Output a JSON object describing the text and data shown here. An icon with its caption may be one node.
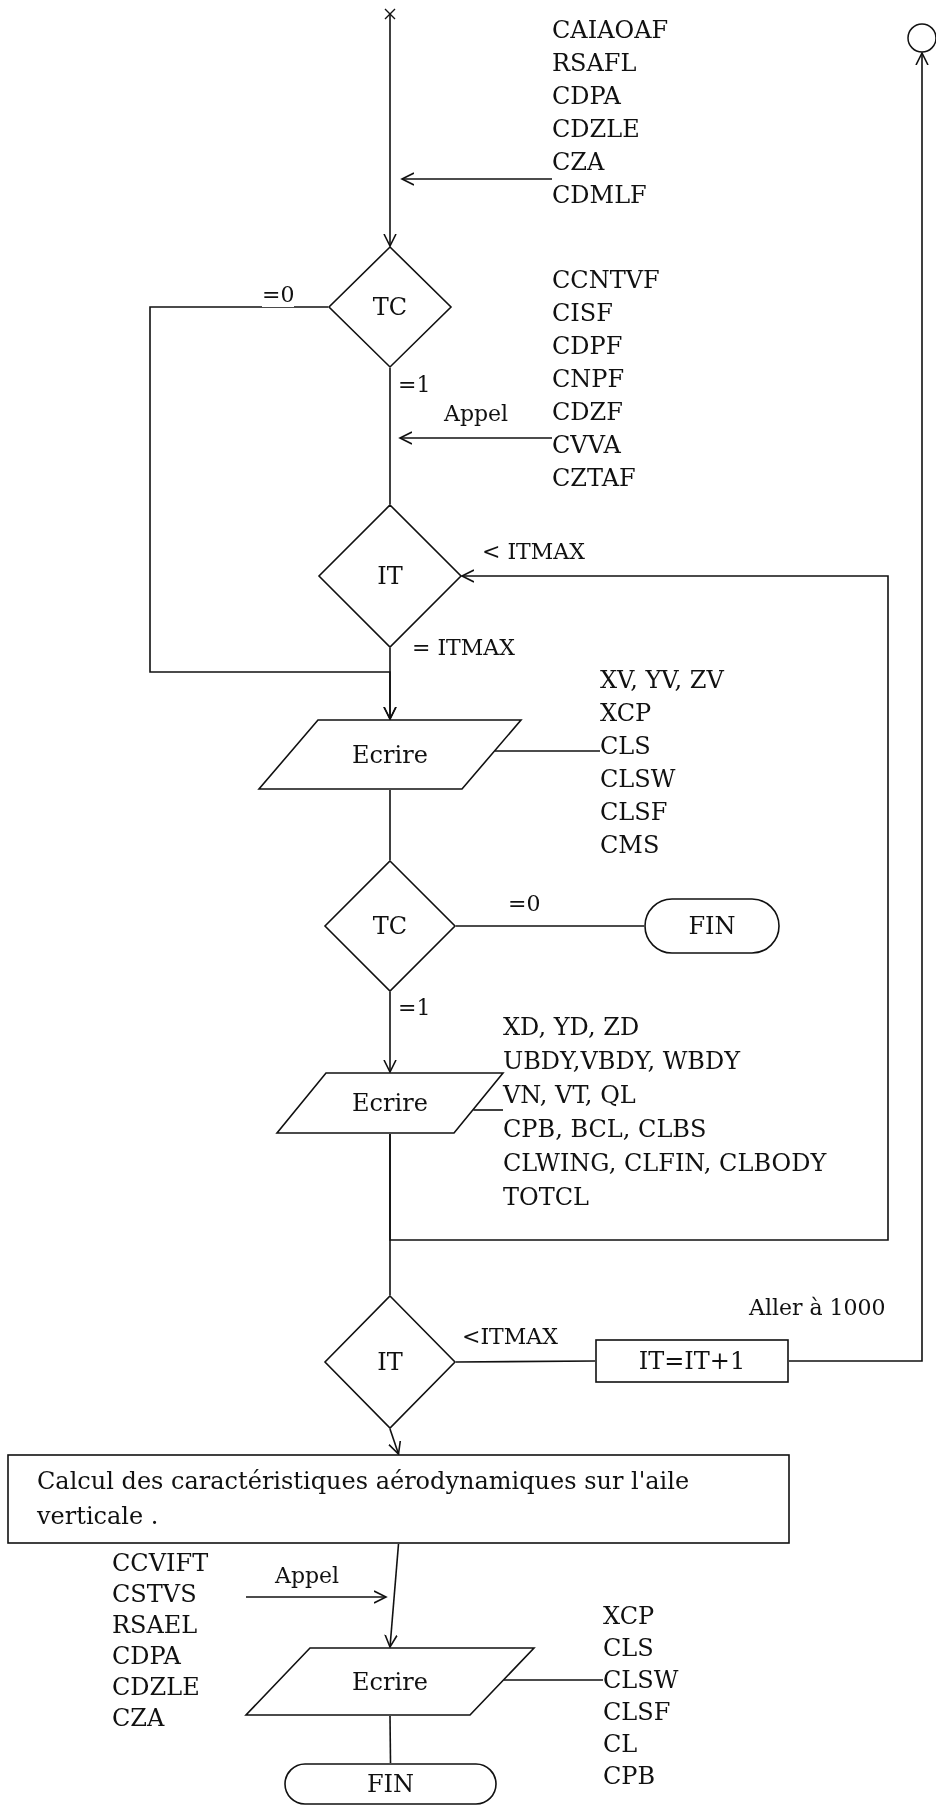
{
  "diagram": {
    "nodes": [
      {
        "text": [
          "CAIAOAF",
          "RSAFL",
          "CDPA",
          "CDZLE",
          "CZA",
          "CDMLF"
        ]
      },
      {
        "text": [
          "TC"
        ]
      },
      {
        "text": [
          "CCNTVF",
          "CISF",
          "CDPF",
          "CNPF",
          "CDZF",
          "CVVA",
          "CZTAF"
        ]
      },
      {
        "text": [],
        "shape": "circle"
      },
      {
        "text": [
          "IT"
        ]
      },
      {
        "text": [
          "Ecrire"
        ]
      },
      {
        "text": [
          "XV, YV, ZV",
          "XCP",
          "CLS",
          "CLSW",
          "CLSF",
          "CMS"
        ]
      },
      {
        "text": [
          "TC"
        ]
      },
      {
        "text": [
          "FIN"
        ]
      },
      {
        "text": [
          "Ecrire"
        ]
      },
      {
        "text": [
          "XD, YD, ZD",
          "UBDY,VBDY, WBDY",
          "VN, VT, QL",
          "CPB, BCL, CLBS",
          "CLWING, CLFIN, CLBODY",
          "TOTCL"
        ]
      },
      {
        "text": [
          "IT"
        ]
      },
      {
        "text": [
          "IT=IT+1"
        ]
      },
      {
        "text": [
          "Calcul des caractéristiques aérodynamiques sur l'aile verticale ."
        ]
      },
      {
        "text": [
          "CCVIFT",
          "CSTVS",
          "RSAEL",
          "CDPA",
          "CDZLE",
          "CZA"
        ]
      },
      {
        "text": [
          "Ecrire"
        ]
      },
      {
        "text": [
          "XCP",
          "CLS",
          "CLSW",
          "CLSF",
          "CL",
          "CPB"
        ]
      },
      {
        "text": [
          "FIN"
        ]
      }
    ],
    "edges": [
      {
        "from": null,
        "to": 1,
        "arrow": "to"
      },
      {
        "from": 0,
        "to": null,
        "arrow": "to"
      },
      {
        "from": 1,
        "to": 5,
        "arrow": "to",
        "label": "=0"
      },
      {
        "from": 1,
        "to": 4,
        "arrow": "none",
        "label": "=1"
      },
      {
        "from": 2,
        "to": null,
        "arrow": "to",
        "label": "Appel"
      },
      {
        "from": 9,
        "to": 4,
        "arrow": "to",
        "label": "< ITMAX"
      },
      {
        "from": 4,
        "to": 5,
        "arrow": "to",
        "label": "= ITMAX"
      },
      {
        "from": 5,
        "to": 6,
        "arrow": "none"
      },
      {
        "from": 5,
        "to": 7,
        "arrow": "none"
      },
      {
        "from": 7,
        "to": 8,
        "arrow": "none",
        "label": "=0"
      },
      {
        "from": 7,
        "to": 9,
        "arrow": "to",
        "label": "=1"
      },
      {
        "from": 9,
        "to": 10,
        "arrow": "none"
      },
      {
        "from": 9,
        "to": 11,
        "arrow": "none"
      },
      {
        "from": 11,
        "to": 12,
        "arrow": "none",
        "label": "<ITMAX"
      },
      {
        "from": 12,
        "to": 3,
        "arrow": "to",
        "label": "Aller à 1000"
      },
      {
        "from": 11,
        "to": 13,
        "arrow": "to"
      },
      {
        "from": 13,
        "to": 15,
        "arrow": "to"
      },
      {
        "from": 14,
        "to": null,
        "arrow": "to",
        "label": "Appel"
      },
      {
        "from": 15,
        "to": 16,
        "arrow": "none"
      },
      {
        "from": 15,
        "to": 17,
        "arrow": "none"
      }
    ]
  }
}
